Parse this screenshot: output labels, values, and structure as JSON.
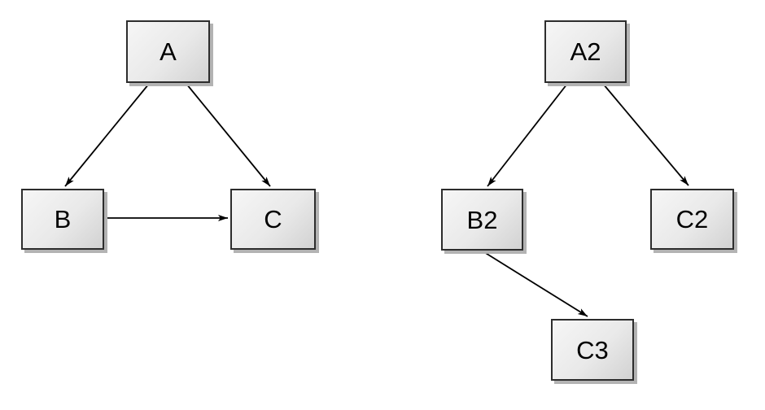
{
  "canvas": {
    "background_color": "#ffffff",
    "node_border_color": "#2d2d2d",
    "node_fill_light": "#f6f6f6",
    "node_fill_dark": "#d2d2d2",
    "node_shadow_color": "#b3b3b3",
    "edge_color": "#000000",
    "label_color": "#000000"
  },
  "diagrams": [
    {
      "name": "left-graph",
      "nodes": [
        {
          "id": "A",
          "label": "A"
        },
        {
          "id": "B",
          "label": "B"
        },
        {
          "id": "C",
          "label": "C"
        }
      ],
      "edges": [
        {
          "from": "A",
          "to": "B"
        },
        {
          "from": "A",
          "to": "C"
        },
        {
          "from": "B",
          "to": "C"
        }
      ]
    },
    {
      "name": "right-graph",
      "nodes": [
        {
          "id": "A2",
          "label": "A2"
        },
        {
          "id": "B2",
          "label": "B2"
        },
        {
          "id": "C2",
          "label": "C2"
        },
        {
          "id": "C3",
          "label": "C3"
        }
      ],
      "edges": [
        {
          "from": "A2",
          "to": "B2"
        },
        {
          "from": "A2",
          "to": "C2"
        },
        {
          "from": "B2",
          "to": "C3"
        }
      ]
    }
  ]
}
